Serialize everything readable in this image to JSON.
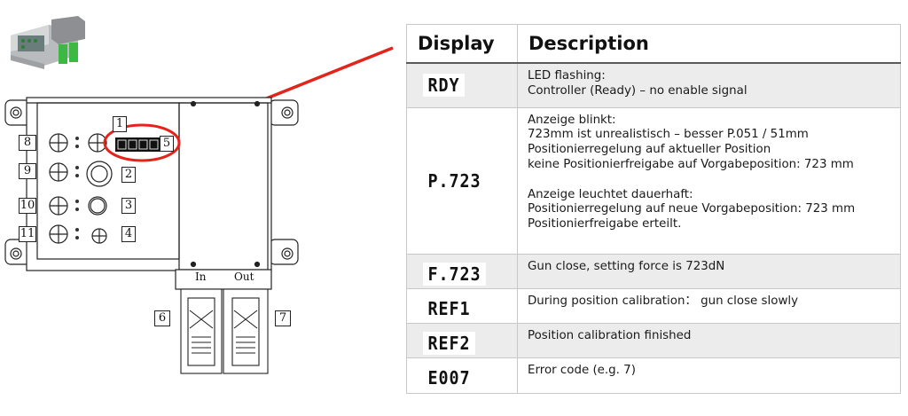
{
  "figure": {
    "callouts": [
      "1",
      "2",
      "3",
      "4",
      "5",
      "6",
      "7",
      "8",
      "9",
      "10",
      "11"
    ],
    "ports": {
      "in": "In",
      "out": "Out"
    }
  },
  "table": {
    "headers": {
      "display": "Display",
      "description": "Description"
    },
    "rows": [
      {
        "display": "RDY",
        "lines": [
          "LED flashing:",
          "Controller (Ready) – no enable signal"
        ]
      },
      {
        "display": "P.723",
        "lines": [
          "Anzeige blinkt:",
          "723mm ist unrealistisch – besser P.051 / 51mm",
          "Positionierregelung auf aktueller Position",
          "keine Positionierfreigabe auf Vorgabeposition: 723 mm",
          "",
          "Anzeige leuchtet dauerhaft:",
          "Positionierregelung auf neue Vorgabeposition: 723 mm",
          "Positionierfreigabe erteilt."
        ]
      },
      {
        "display": "F.723",
        "lines": [
          "Gun close, setting force is 723dN"
        ]
      },
      {
        "display": "REF1",
        "lines": [
          "During position calibration： gun close slowly"
        ]
      },
      {
        "display": "REF2",
        "lines": [
          "Position calibration finished"
        ]
      },
      {
        "display": "E007",
        "lines": [
          "Error code (e.g. 7)"
        ]
      }
    ]
  }
}
